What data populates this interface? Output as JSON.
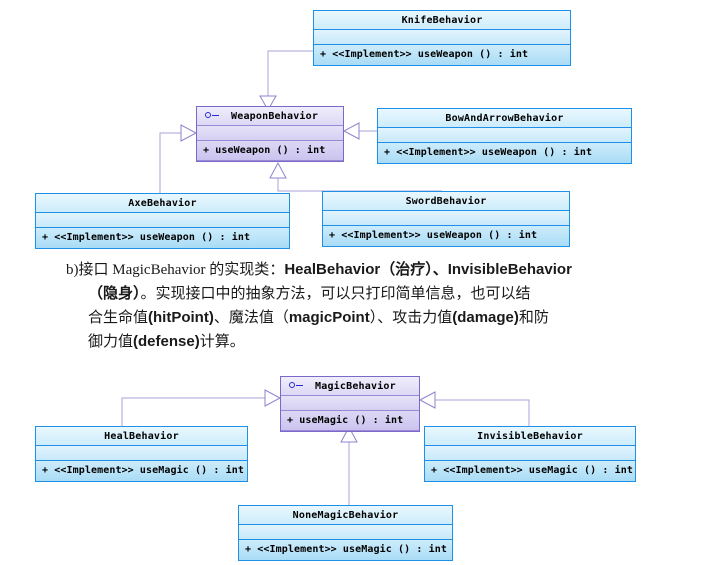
{
  "document": {
    "title": "UML 接口实现类图",
    "colors": {
      "class_border": "#1e90e8",
      "class_fill": "#cdecfb",
      "interface_border": "#7b68c8",
      "interface_fill": "#ddd8f5",
      "connector": "#a9a3d8",
      "icon_blue": "#2b2bd0"
    }
  },
  "weapon_diagram": {
    "interface": {
      "name": "WeaponBehavior",
      "icon": "interface-lollipop-icon",
      "attributes": "",
      "operation": "+ useWeapon () : int"
    },
    "implementers": [
      {
        "name": "KnifeBehavior",
        "attributes": "",
        "operation": "+ <<Implement>> useWeapon () : int"
      },
      {
        "name": "BowAndArrowBehavior",
        "attributes": "",
        "operation": "+ <<Implement>> useWeapon () : int"
      },
      {
        "name": "AxeBehavior",
        "attributes": "",
        "operation": "+ <<Implement>> useWeapon () : int"
      },
      {
        "name": "SwordBehavior",
        "attributes": "",
        "operation": "+ <<Implement>> useWeapon () : int"
      }
    ]
  },
  "prose": {
    "line1_a": "b)接口 MagicBehavior 的实现类",
    "line1_b": "：",
    "line1_c": "HealBehavior（治疗）、InvisibleBehavior",
    "line2_a": "（隐身）",
    "line2_b": "。实现接口中的抽象方法，可以只打印简单信息，也可以结",
    "line3_a": "合生命值",
    "line3_b": "(hitPoint)",
    "line3_c": "、魔法值（",
    "line3_d": "magicPoint",
    "line3_e": "）、攻击力值",
    "line3_f": "(damage)",
    "line3_g": "和防",
    "line4_a": "御力值",
    "line4_b": "(defense)",
    "line4_c": "计算。"
  },
  "magic_diagram": {
    "interface": {
      "name": "MagicBehavior",
      "icon": "interface-lollipop-icon",
      "attributes": "",
      "operation": "+ useMagic () : int"
    },
    "implementers": [
      {
        "name": "HealBehavior",
        "attributes": "",
        "operation": "+ <<Implement>> useMagic () : int"
      },
      {
        "name": "InvisibleBehavior",
        "attributes": "",
        "operation": "+ <<Implement>> useMagic () : int"
      },
      {
        "name": "NoneMagicBehavior",
        "attributes": "",
        "operation": "+ <<Implement>> useMagic () : int"
      }
    ]
  }
}
